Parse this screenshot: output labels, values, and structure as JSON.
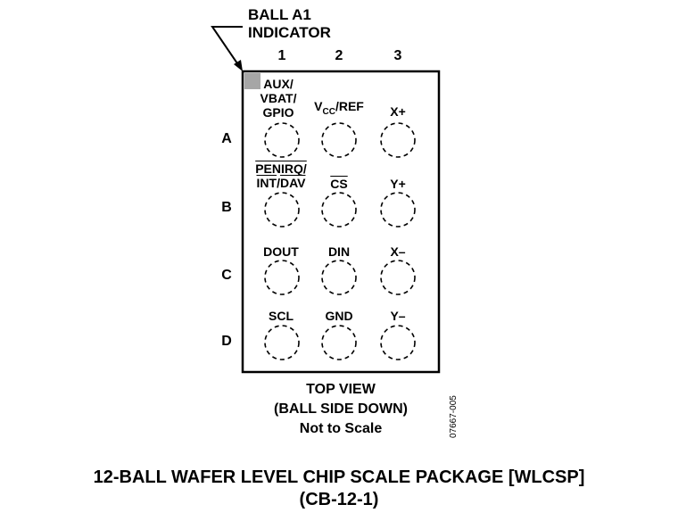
{
  "indicator": {
    "line1": "BALL A1",
    "line2": "INDICATOR"
  },
  "columns": [
    "1",
    "2",
    "3"
  ],
  "rows": [
    "A",
    "B",
    "C",
    "D"
  ],
  "balls": {
    "A1": [
      "AUX/",
      "VBAT/",
      "GPIO"
    ],
    "A2": {
      "main": "V",
      "sub": "CC",
      "rest": "/REF"
    },
    "A3": "X+",
    "B1": {
      "line1": "PENIRQ/",
      "line2_a": "INT",
      "line2_b": "/",
      "line2_c": "DAV"
    },
    "B2": "CS",
    "B3": "Y+",
    "C1": "DOUT",
    "C2": "DIN",
    "C3": "X–",
    "D1": "SCL",
    "D2": "GND",
    "D3": "Y–"
  },
  "caption": {
    "line1": "TOP VIEW",
    "line2": "(BALL SIDE DOWN)",
    "line3": "Not to Scale"
  },
  "figure_id": "07667-005",
  "package": {
    "line1": "12-BALL WAFER LEVEL CHIP SCALE PACKAGE [WLCSP]",
    "line2": "(CB-12-1)"
  },
  "colors": {
    "ink": "#000000",
    "indicator_fill": "#a6a6a6",
    "background": "#ffffff"
  }
}
